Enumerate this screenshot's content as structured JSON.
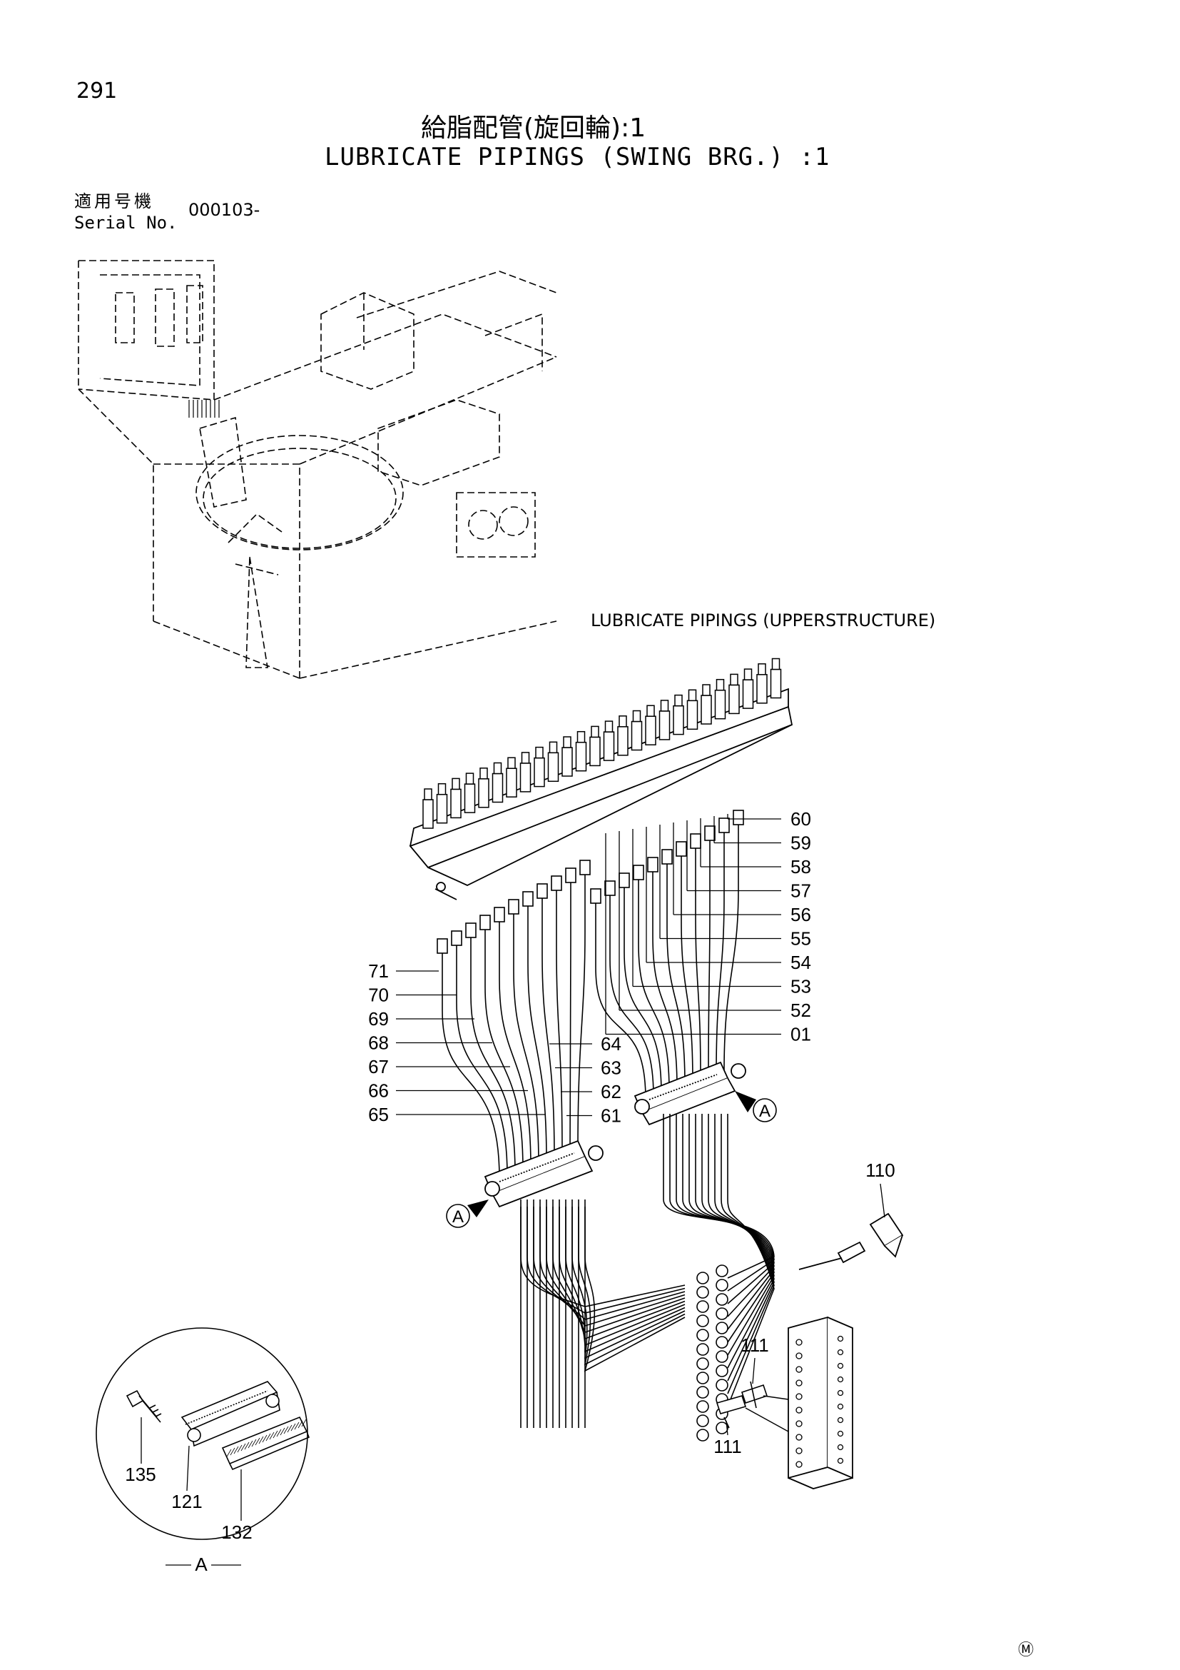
{
  "page": {
    "number": "291",
    "title_jp": "給脂配管(旋回輪):1",
    "title_en": "LUBRICATE PIPINGS (SWING BRG.) :1",
    "serial_label_jp": "適用号機",
    "serial_label_en": "Serial No.",
    "serial_value": "000103-",
    "mark": "Ⓜ"
  },
  "diagram": {
    "section_title": "LUBRICATE PIPINGS (UPPERSTRUCTURE)",
    "right_labels": [
      "60",
      "59",
      "58",
      "57",
      "56",
      "55",
      "54",
      "53",
      "52",
      "01"
    ],
    "left_labels": [
      "71",
      "70",
      "69",
      "68",
      "67",
      "66",
      "65"
    ],
    "mid_labels": [
      "64",
      "63",
      "62",
      "61"
    ],
    "view_callout": "A",
    "parts": {
      "elbow": "110",
      "fitting_upper": "111",
      "fitting_lower": "111"
    },
    "detail": {
      "bolt": "135",
      "bracket": "121",
      "pad": "132",
      "view": "A"
    }
  }
}
